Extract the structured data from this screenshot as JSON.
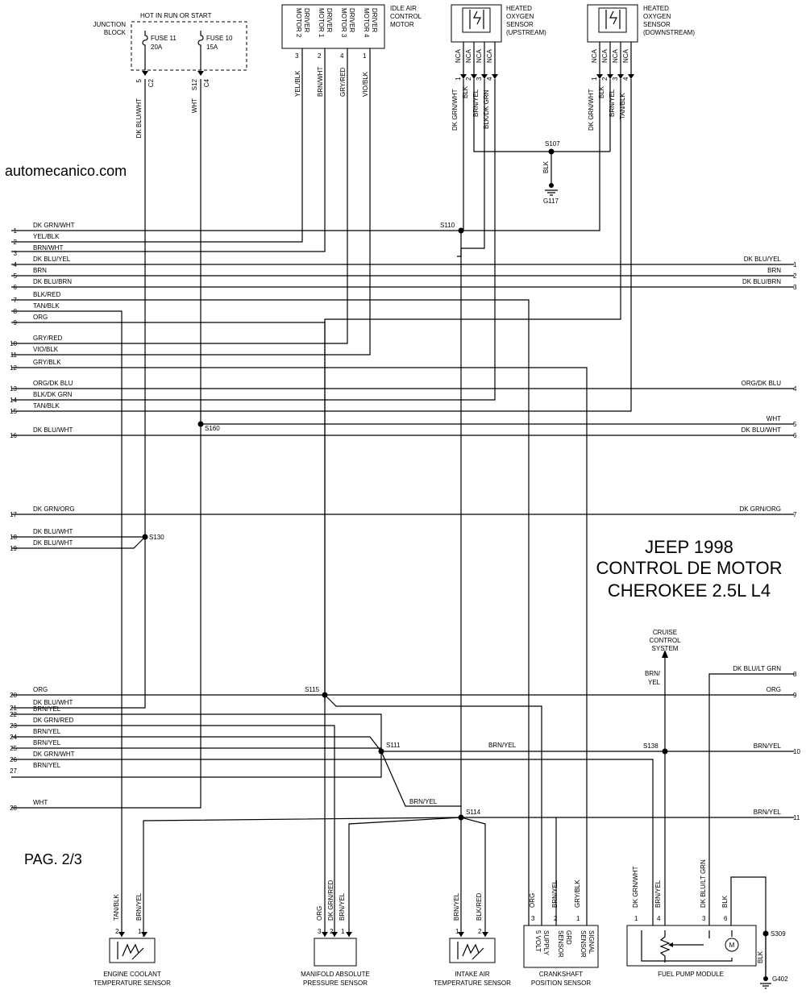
{
  "site": "automecanico.com",
  "title": [
    "JEEP 1998",
    "CONTROL DE MOTOR",
    "CHEROKEE 2.5L L4"
  ],
  "page": "PAG. 2/3",
  "junction_block": {
    "name": [
      "JUNCTION",
      "BLOCK"
    ],
    "header": "HOT IN RUN OR START",
    "fuse11": [
      "FUSE 11",
      "20A"
    ],
    "fuse10": [
      "FUSE 10",
      "15A"
    ],
    "pin_c2": [
      "5",
      "C2"
    ],
    "pin_c4": [
      "S12",
      "C4"
    ],
    "wire_c2": "DK BLU/WHT",
    "wire_c4": "WHT"
  },
  "iac_motor": {
    "name": [
      "IDLE AIR",
      "CONTROL",
      "MOTOR"
    ],
    "drivers": [
      {
        "label": [
          "MOTOR 2",
          "DRIVER"
        ],
        "pin": "3",
        "wire": "YEL/BLK"
      },
      {
        "label": [
          "MOTOR 1",
          "DRIVER"
        ],
        "pin": "2",
        "wire": "BRN/WHT"
      },
      {
        "label": [
          "MOTOR 3",
          "DRIVER"
        ],
        "pin": "4",
        "wire": "GRY/RED"
      },
      {
        "label": [
          "MOTOR 4",
          "DRIVER"
        ],
        "pin": "1",
        "wire": "VIO/BLK"
      }
    ]
  },
  "o2_up": {
    "name": [
      "HEATED",
      "OXYGEN",
      "SENSOR",
      "(UPSTREAM)"
    ],
    "nca": [
      "NCA",
      "NCA",
      "NCA",
      "NCA"
    ],
    "pins": [
      "1",
      "2",
      "3",
      "4"
    ],
    "wires": [
      "DK GRN/WHT",
      "BLK",
      "BRN/YEL",
      "BLK/DK GRN"
    ]
  },
  "o2_down": {
    "name": [
      "HEATED",
      "OXYGEN",
      "SENSOR",
      "(DOWNSTREAM)"
    ],
    "nca": [
      "NCA",
      "NCA",
      "NCA",
      "NCA"
    ],
    "pins": [
      "1",
      "2",
      "3",
      "4"
    ],
    "wires": [
      "DK GRN/WHT",
      "BLK",
      "BRN/YEL",
      "TAN/BLK"
    ]
  },
  "ground_s107": {
    "splice": "S107",
    "wire": "BLK",
    "ground": "G117"
  },
  "left_connector": [
    {
      "pin": "1",
      "wire": "DK GRN/WHT"
    },
    {
      "pin": "2",
      "wire": "YEL/BLK"
    },
    {
      "pin": "3",
      "wire": "BRN/WHT"
    },
    {
      "pin": "4",
      "wire": "DK BLU/YEL"
    },
    {
      "pin": "5",
      "wire": "BRN"
    },
    {
      "pin": "6",
      "wire": "DK BLU/BRN"
    },
    {
      "pin": "7",
      "wire": "BLK/RED"
    },
    {
      "pin": "8",
      "wire": "TAN/BLK"
    },
    {
      "pin": "9",
      "wire": "ORG"
    },
    {
      "pin": "10",
      "wire": "GRY/RED"
    },
    {
      "pin": "11",
      "wire": "VIO/BLK"
    },
    {
      "pin": "12",
      "wire": "GRY/BLK"
    },
    {
      "pin": "13",
      "wire": "ORG/DK BLU"
    },
    {
      "pin": "14",
      "wire": "BLK/DK GRN"
    },
    {
      "pin": "15",
      "wire": "TAN/BLK"
    },
    {
      "pin": "16",
      "wire": "DK BLU/WHT"
    },
    {
      "pin": "17",
      "wire": "DK GRN/ORG"
    },
    {
      "pin": "18",
      "wire": "DK BLU/WHT"
    },
    {
      "pin": "19",
      "wire": "DK BLU/WHT"
    },
    {
      "pin": "20",
      "wire": "ORG"
    },
    {
      "pin": "21",
      "wire": "DK BLU/WHT"
    },
    {
      "pin": "22",
      "wire": "BRN/YEL"
    },
    {
      "pin": "23",
      "wire": "DK GRN/RED"
    },
    {
      "pin": "24",
      "wire": "BRN/YEL"
    },
    {
      "pin": "25",
      "wire": "BRN/YEL"
    },
    {
      "pin": "26",
      "wire": "DK GRN/WHT"
    },
    {
      "pin": "27",
      "wire": "BRN/YEL"
    },
    {
      "pin": "28",
      "wire": "WHT"
    }
  ],
  "right_connector": [
    {
      "pin": "1",
      "wire": "DK BLU/YEL"
    },
    {
      "pin": "2",
      "wire": "BRN"
    },
    {
      "pin": "3",
      "wire": "DK BLU/BRN"
    },
    {
      "pin": "4",
      "wire": "ORG/DK BLU"
    },
    {
      "pin": "5",
      "wire": "WHT"
    },
    {
      "pin": "6",
      "wire": "DK BLU/WHT"
    },
    {
      "pin": "7",
      "wire": "DK GRN/ORG"
    },
    {
      "pin": "8",
      "wire": "DK BLU/LT GRN"
    },
    {
      "pin": "9",
      "wire": "ORG"
    },
    {
      "pin": "10",
      "wire": "BRN/YEL"
    },
    {
      "pin": "11",
      "wire": "BRN/YEL"
    }
  ],
  "splices": {
    "s110": "S110",
    "s160": "S160",
    "s130": "S130",
    "s115": "S115",
    "s111": "S111",
    "s138": "S138",
    "s114": "S114"
  },
  "mid_wires": {
    "s111_to_s138": "BRN/YEL",
    "s111_to_s114": "BRN/YEL"
  },
  "cruise": {
    "name": [
      "CRUISE",
      "CONTROL",
      "SYSTEM"
    ],
    "wire": [
      "BRN/",
      "YEL"
    ]
  },
  "ect": {
    "name": [
      "ENGINE COOLANT",
      "TEMPERATURE SENSOR"
    ],
    "pins": [
      "2",
      "1"
    ],
    "wires": [
      "TAN/BLK",
      "BRN/YEL"
    ]
  },
  "map": {
    "name": [
      "MANIFOLD ABSOLUTE",
      "PRESSURE SENSOR"
    ],
    "pins": [
      "3",
      "2",
      "1"
    ],
    "wires": [
      "ORG",
      "DK GRN/RED",
      "BRN/YEL"
    ]
  },
  "iat": {
    "name": [
      "INTAKE AIR",
      "TEMPERATURE SENSOR"
    ],
    "pins": [
      "1",
      "2"
    ],
    "wires": [
      "BRN/YEL",
      "BLK/RED"
    ]
  },
  "ckp": {
    "name": [
      "CRANKSHAFT",
      "POSITION SENSOR"
    ],
    "pins": [
      "3",
      "2",
      "1"
    ],
    "wires": [
      "ORG",
      "BRN/YEL",
      "GRY/BLK"
    ],
    "labels": [
      [
        "5 VOLT",
        "SUPPLY"
      ],
      [
        "SENSOR",
        "GRD"
      ],
      [
        "SENSOR",
        "SIGNAL"
      ]
    ]
  },
  "fuel_pump": {
    "name": "FUEL PUMP MODULE",
    "pins": [
      "1",
      "4",
      "3",
      "6"
    ],
    "wires": [
      "DK GRN/WHT",
      "BRN/YEL",
      "DK BLU/LT GRN",
      "BLK"
    ],
    "motor": "M",
    "splice": "S309",
    "ground_wire": "BLK",
    "ground": "G402"
  }
}
